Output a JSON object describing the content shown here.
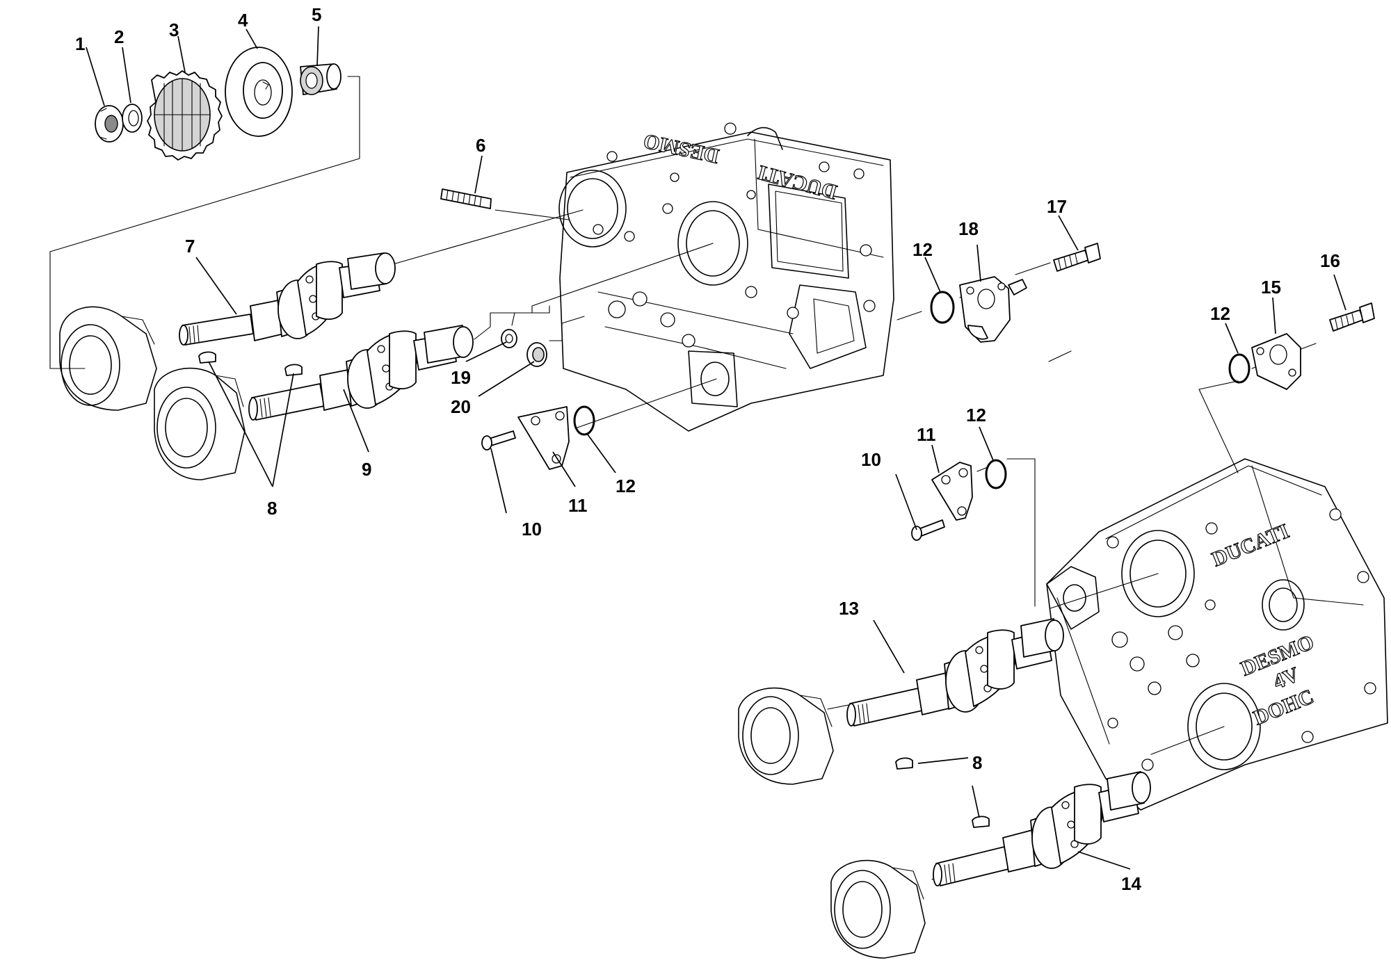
{
  "callouts": {
    "c1": "1",
    "c2": "2",
    "c3": "3",
    "c4": "4",
    "c5": "5",
    "c6": "6",
    "c7": "7",
    "c8a": "8",
    "c8b": "8",
    "c9": "9",
    "c10a": "10",
    "c10b": "10",
    "c11a": "11",
    "c11b": "11",
    "c12a": "12",
    "c12b": "12",
    "c12c": "12",
    "c12d": "12",
    "c13": "13",
    "c14": "14",
    "c15": "15",
    "c16": "16",
    "c17": "17",
    "c18": "18",
    "c19": "19",
    "c20": "20"
  },
  "casting_text": {
    "upper_desmo": "DESMO",
    "upper_ducati": "DUCATI",
    "lower_ducati": "DUCATI",
    "lower_desmo": "DESMO",
    "lower_4v": "4V",
    "lower_dohc": "DOHC"
  }
}
